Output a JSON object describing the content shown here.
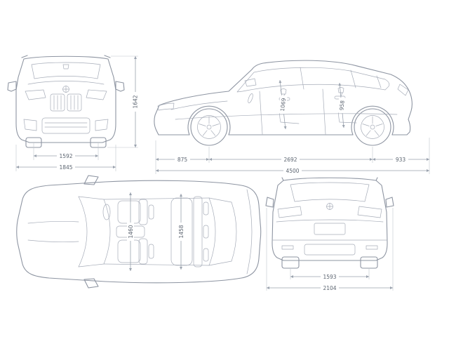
{
  "diagram": {
    "front_view": {
      "track_width": "1592",
      "overall_width": "1845",
      "overall_height": "1642"
    },
    "side_view": {
      "front_overhang": "875",
      "wheelbase": "2692",
      "rear_overhang": "933",
      "overall_length": "4500",
      "front_headroom": "1069",
      "rear_headroom": "958"
    },
    "top_view": {
      "front_interior_width": "1460",
      "rear_interior_width": "1458"
    },
    "rear_view": {
      "rear_track_width": "1593",
      "width_incl_mirrors": "2104"
    },
    "colors": {
      "background": "#ffffff",
      "outline": "#8e95a2",
      "detail": "#a6acb8",
      "dimension_line": "#9aa2ae",
      "dimension_text": "#5b6470"
    }
  }
}
